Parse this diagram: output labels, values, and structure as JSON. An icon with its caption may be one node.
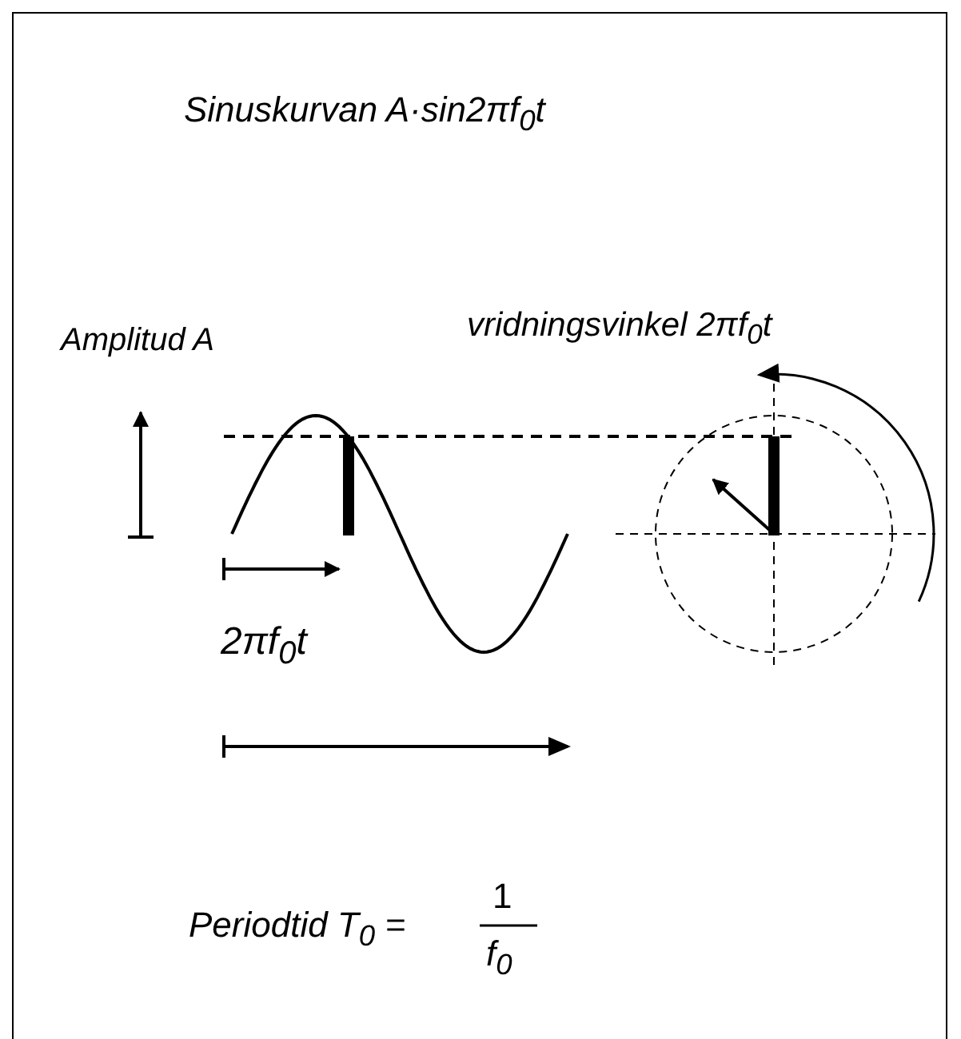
{
  "diagram": {
    "title": "Sinuskurvan A·sin2πf$_{0}$t",
    "labels": [
      "Amplitud A",
      "vridningsvinkel 2πf$_{0}$t",
      "2πf$_{0}$t",
      "Periodtid T$_{0}$ =",
      "1",
      "f$_{0}$"
    ]
  }
}
